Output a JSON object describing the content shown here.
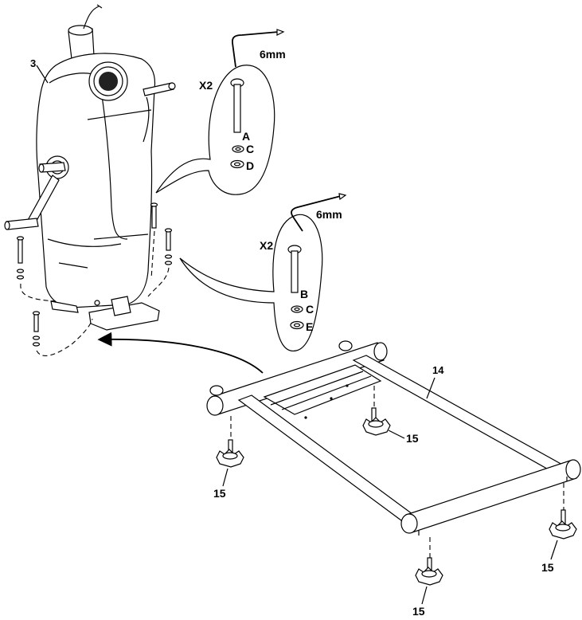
{
  "labels": {
    "part_3": "3",
    "part_14": "14",
    "part_15_a": "15",
    "part_15_b": "15",
    "part_15_c": "15",
    "part_15_d": "15"
  },
  "callout_top": {
    "wrench_size": "6mm",
    "quantity": "X2",
    "bolt_letter": "A",
    "washer1_letter": "C",
    "washer2_letter": "D"
  },
  "callout_bottom": {
    "wrench_size": "6mm",
    "quantity": "X2",
    "bolt_letter": "B",
    "washer1_letter": "C",
    "washer2_letter": "E"
  }
}
